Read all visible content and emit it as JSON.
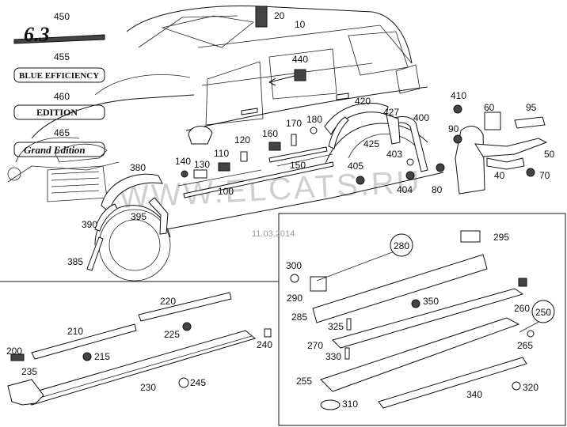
{
  "date": "11.03.2014",
  "watermark": "WWW.ELCATS.RU",
  "badges": {
    "b450": "6.3",
    "b455": "BLUE EFFICIENCY",
    "b460": "EDITION",
    "b465": "Grand Edition"
  },
  "callouts": {
    "c10": "10",
    "c20": "20",
    "c40": "40",
    "c50": "50",
    "c60": "60",
    "c70": "70",
    "c80": "80",
    "c90": "90",
    "c95": "95",
    "c100": "100",
    "c110": "110",
    "c120": "120",
    "c130": "130",
    "c140": "140",
    "c150": "150",
    "c160": "160",
    "c170": "170",
    "c180": "180",
    "c200": "200",
    "c210": "210",
    "c215": "215",
    "c220": "220",
    "c225": "225",
    "c230": "230",
    "c235": "235",
    "c240": "240",
    "c245": "245",
    "c250": "250",
    "c255": "255",
    "c260": "260",
    "c265": "265",
    "c270": "270",
    "c280": "280",
    "c285": "285",
    "c290": "290",
    "c295": "295",
    "c300": "300",
    "c310": "310",
    "c320": "320",
    "c325": "325",
    "c330": "330",
    "c340": "340",
    "c350": "350",
    "c380": "380",
    "c385": "385",
    "c390": "390",
    "c395": "395",
    "c400": "400",
    "c403": "403",
    "c404": "404",
    "c405": "405",
    "c410": "410",
    "c420": "420",
    "c425": "425",
    "c427": "427",
    "c440": "440",
    "c450": "450",
    "c455": "455",
    "c460": "460",
    "c465": "465"
  }
}
